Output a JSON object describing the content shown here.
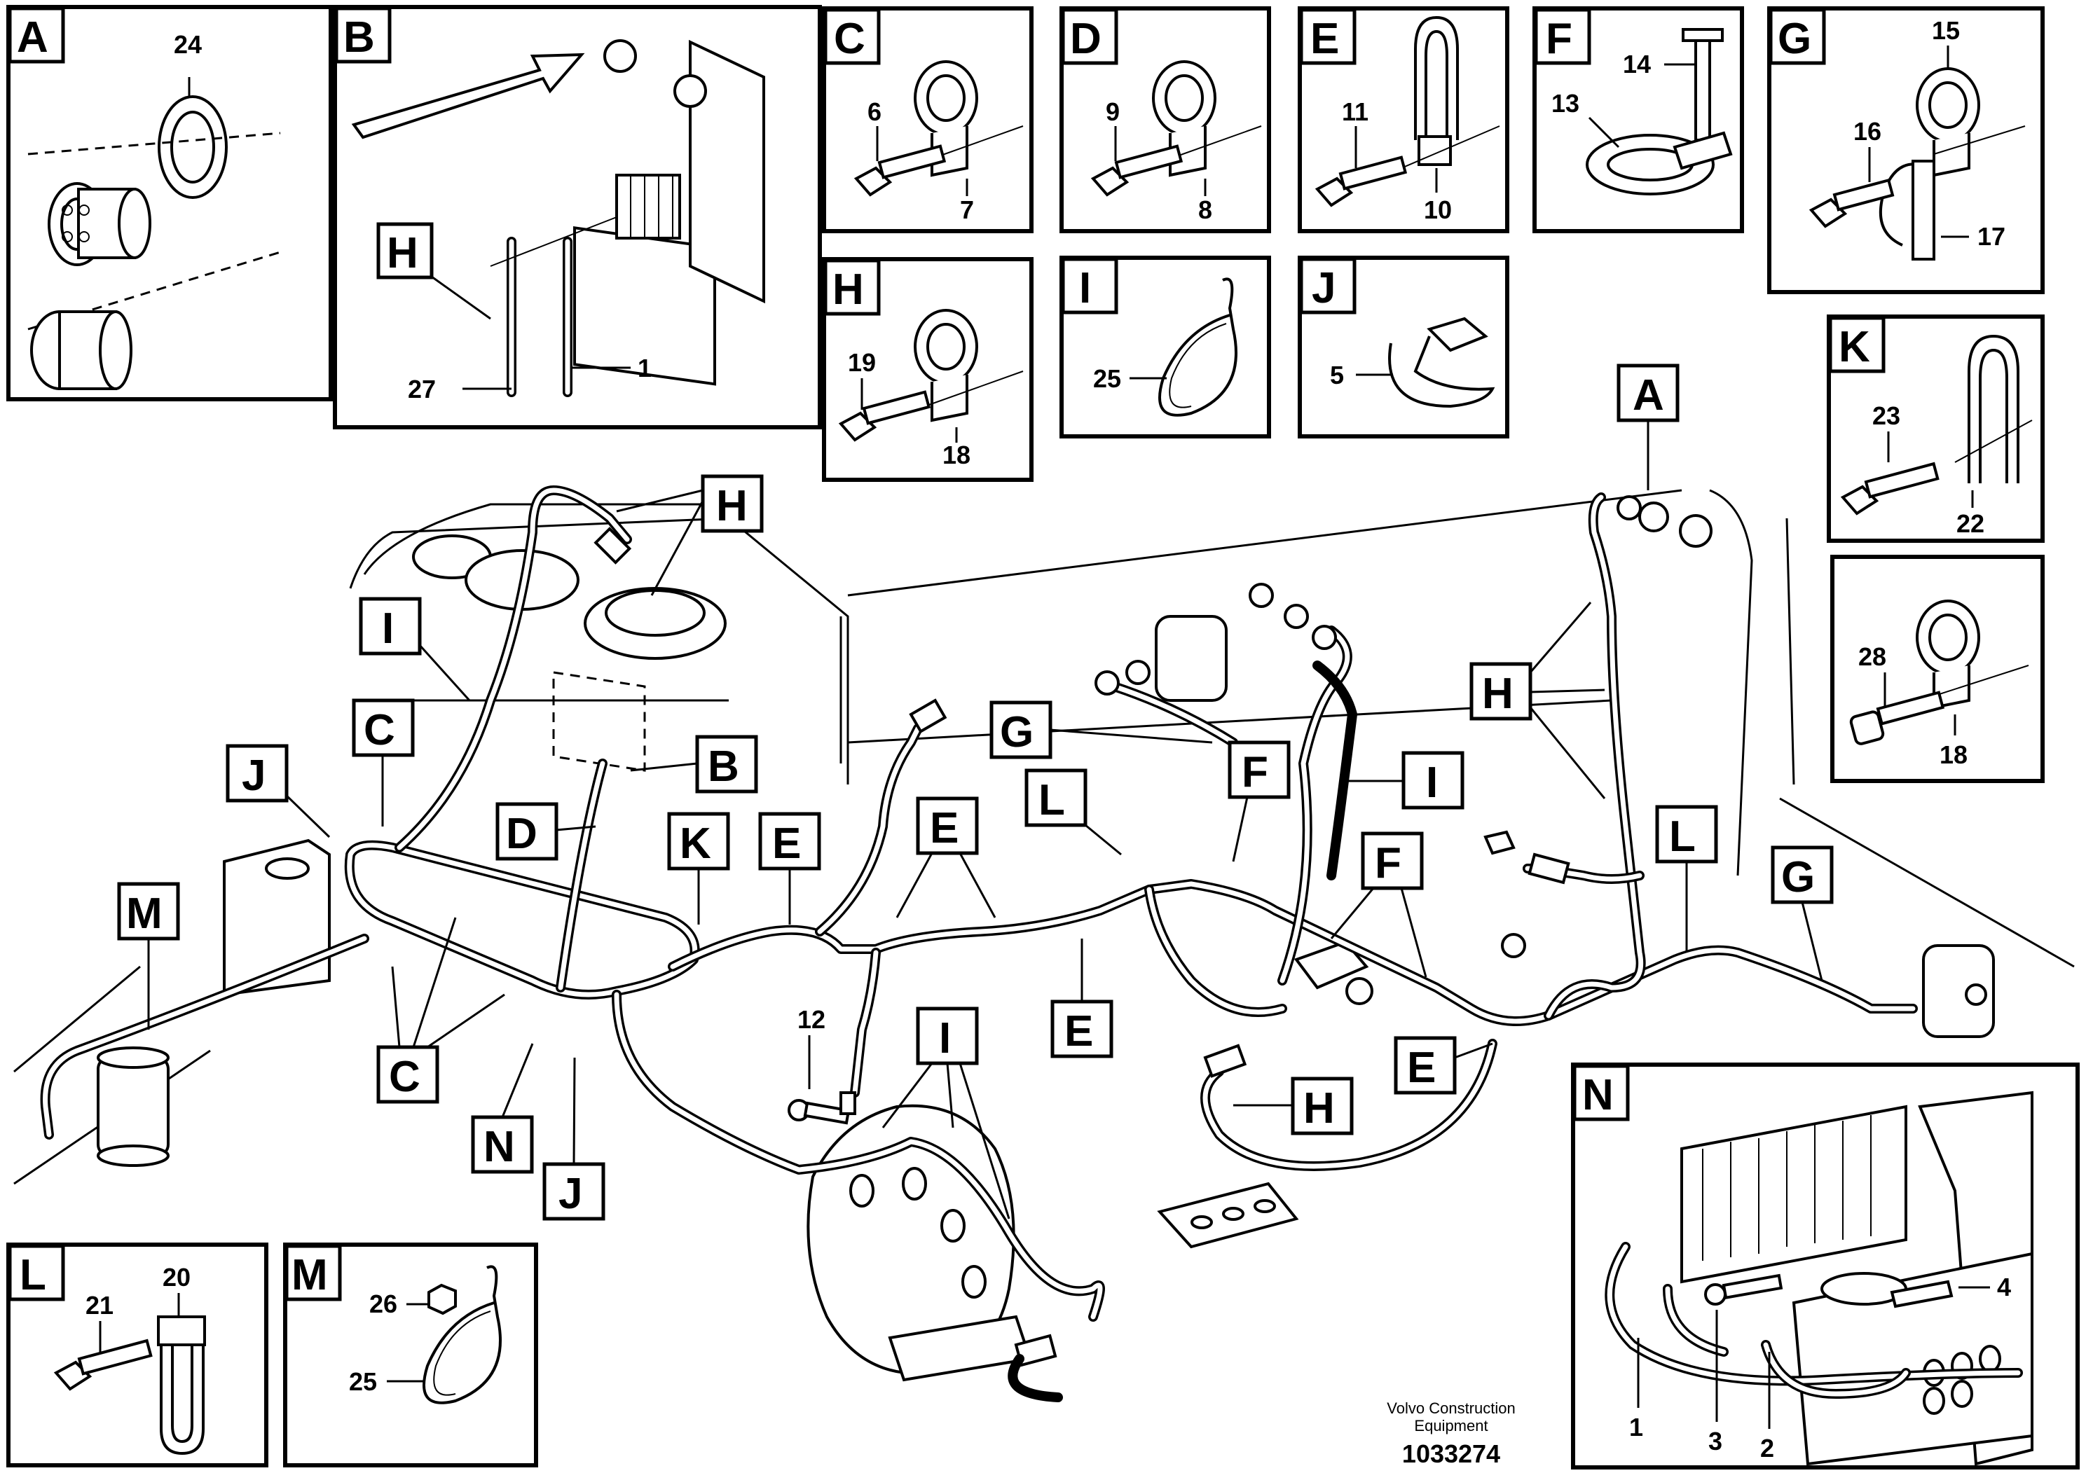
{
  "detail_panels": {
    "A": {
      "letter": "A",
      "callouts": [
        "24"
      ]
    },
    "B": {
      "letter": "B",
      "inner_tag": "H",
      "callouts": [
        "27",
        "1"
      ]
    },
    "C": {
      "letter": "C",
      "callouts": [
        "6",
        "7"
      ]
    },
    "D": {
      "letter": "D",
      "callouts": [
        "9",
        "8"
      ]
    },
    "E": {
      "letter": "E",
      "callouts": [
        "11",
        "10"
      ]
    },
    "F": {
      "letter": "F",
      "callouts": [
        "14",
        "13"
      ]
    },
    "G": {
      "letter": "G",
      "callouts": [
        "15",
        "16",
        "17"
      ]
    },
    "H": {
      "letter": "H",
      "callouts": [
        "19",
        "18"
      ]
    },
    "I": {
      "letter": "I",
      "callouts": [
        "25"
      ]
    },
    "J": {
      "letter": "J",
      "callouts": [
        "5"
      ]
    },
    "K": {
      "letter": "K",
      "callouts": [
        "23",
        "22"
      ]
    },
    "K2": {
      "callouts": [
        "28",
        "18"
      ]
    },
    "L": {
      "letter": "L",
      "callouts": [
        "21",
        "20"
      ]
    },
    "M": {
      "letter": "M",
      "callouts": [
        "26",
        "25"
      ]
    },
    "N": {
      "letter": "N",
      "callouts": [
        "4",
        "1",
        "3",
        "2"
      ]
    }
  },
  "main_labels": {
    "H_top": "H",
    "I_left": "I",
    "C_top": "C",
    "J_left": "J",
    "M": "M",
    "D": "D",
    "B": "B",
    "K": "K",
    "E1": "E",
    "E2": "E",
    "G_mid": "G",
    "L_mid": "L",
    "F_mid": "F",
    "I_mid": "I",
    "F_lower": "F",
    "A": "A",
    "H_right": "H",
    "L_right": "L",
    "G_right": "G",
    "C_bottom": "C",
    "N": "N",
    "J_bottom": "J",
    "E3": "E",
    "I_bottom": "I",
    "H_bottom": "H",
    "E4": "E",
    "part_12": "12"
  },
  "footer": {
    "company_line1": "Volvo Construction",
    "company_line2": "Equipment",
    "drawing_number": "1033274"
  }
}
